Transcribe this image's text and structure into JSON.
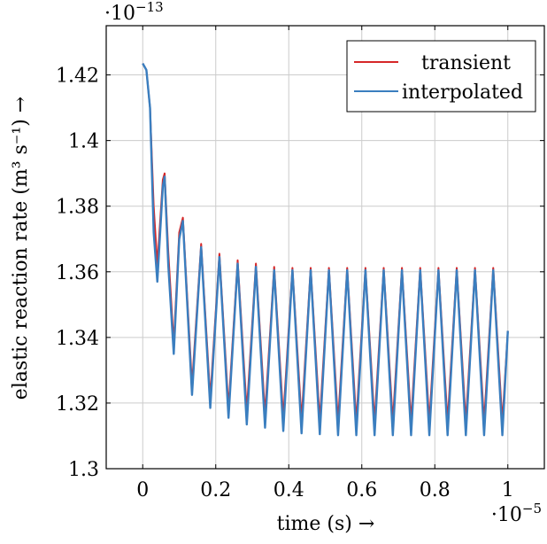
{
  "chart_data": {
    "type": "line",
    "title": "",
    "xlabel": "time (s) →",
    "ylabel": "elastic reaction rate (m³ s⁻¹) →",
    "x_scale_label": "·10",
    "x_scale_exp": "−5",
    "y_scale_label": "·10",
    "y_scale_exp": "−13",
    "xlim": [
      -0.1,
      1.1
    ],
    "ylim": [
      1.3,
      1.435
    ],
    "x_tick_values": [
      0,
      0.2,
      0.4,
      0.6,
      0.8,
      1
    ],
    "x_tick_labels": [
      "0",
      "0.2",
      "0.4",
      "0.6",
      "0.8",
      "1"
    ],
    "y_tick_values": [
      1.3,
      1.32,
      1.34,
      1.36,
      1.38,
      1.4,
      1.42
    ],
    "y_tick_labels": [
      "1.3",
      "1.32",
      "1.34",
      "1.36",
      "1.38",
      "1.4",
      "1.42"
    ],
    "grid": true,
    "legend_position": "top-right",
    "series": [
      {
        "name": "transient",
        "color": "#d62728",
        "x": [
          0,
          0.01,
          0.02,
          0.03,
          0.04,
          0.055,
          0.06,
          0.07,
          0.085,
          0.1,
          0.11,
          0.135,
          0.16,
          0.185,
          0.21,
          0.235,
          0.26,
          0.285,
          0.31,
          0.335,
          0.36,
          0.385,
          0.41,
          0.435,
          0.46,
          0.485,
          0.51,
          0.535,
          0.56,
          0.585,
          0.61,
          0.635,
          0.66,
          0.685,
          0.71,
          0.735,
          0.76,
          0.785,
          0.81,
          0.835,
          0.86,
          0.885,
          0.91,
          0.935,
          0.96,
          0.985,
          1.0
        ],
        "y": [
          1.4235,
          1.4215,
          1.41,
          1.38,
          1.362,
          1.388,
          1.39,
          1.366,
          1.338,
          1.372,
          1.3765,
          1.3255,
          1.3685,
          1.3215,
          1.3655,
          1.3185,
          1.3635,
          1.3175,
          1.3625,
          1.3165,
          1.3615,
          1.3155,
          1.3612,
          1.3148,
          1.3612,
          1.3145,
          1.3612,
          1.3142,
          1.3612,
          1.3142,
          1.3612,
          1.3142,
          1.3612,
          1.3142,
          1.3612,
          1.3142,
          1.3612,
          1.3142,
          1.3612,
          1.3142,
          1.3612,
          1.3142,
          1.3612,
          1.3142,
          1.3612,
          1.3142,
          1.342
        ]
      },
      {
        "name": "interpolated",
        "color": "#3a7ebf",
        "x": [
          0,
          0.01,
          0.02,
          0.03,
          0.04,
          0.055,
          0.06,
          0.07,
          0.085,
          0.1,
          0.11,
          0.135,
          0.16,
          0.185,
          0.21,
          0.235,
          0.26,
          0.285,
          0.31,
          0.335,
          0.36,
          0.385,
          0.41,
          0.435,
          0.46,
          0.485,
          0.51,
          0.535,
          0.56,
          0.585,
          0.61,
          0.635,
          0.66,
          0.685,
          0.71,
          0.735,
          0.76,
          0.785,
          0.81,
          0.835,
          0.86,
          0.885,
          0.91,
          0.935,
          0.96,
          0.985,
          1.0
        ],
        "y": [
          1.4235,
          1.4215,
          1.41,
          1.372,
          1.357,
          1.386,
          1.389,
          1.362,
          1.335,
          1.37,
          1.3755,
          1.3225,
          1.3675,
          1.3185,
          1.3645,
          1.3155,
          1.3625,
          1.3135,
          1.3615,
          1.3125,
          1.3605,
          1.3115,
          1.3605,
          1.3108,
          1.3605,
          1.3105,
          1.3605,
          1.3102,
          1.3605,
          1.3102,
          1.3605,
          1.3102,
          1.3605,
          1.3102,
          1.3605,
          1.3102,
          1.3605,
          1.3102,
          1.3605,
          1.3102,
          1.3605,
          1.3102,
          1.3605,
          1.3102,
          1.3605,
          1.3102,
          1.342
        ]
      }
    ]
  }
}
